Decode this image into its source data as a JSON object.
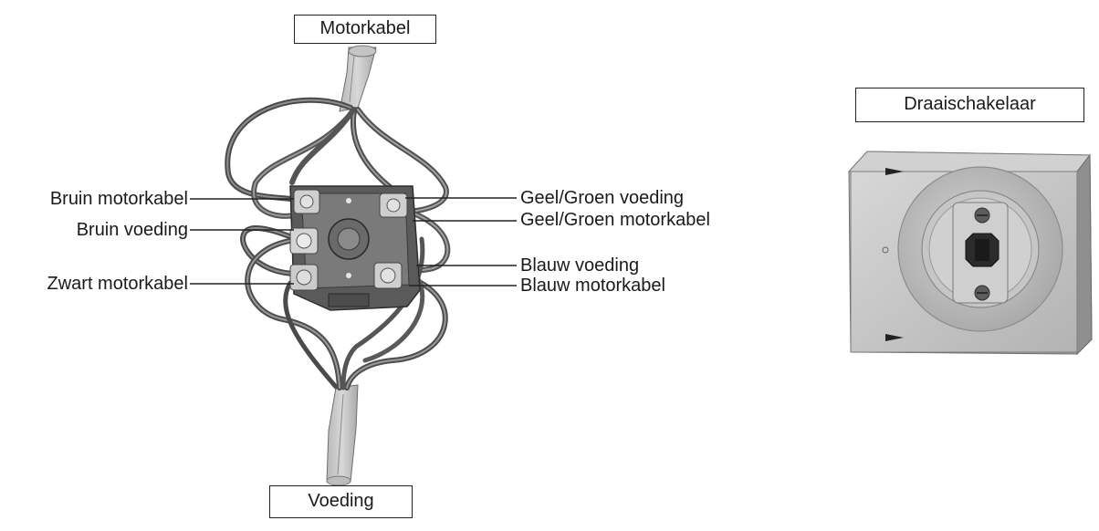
{
  "labels": {
    "motor_cable": "Motorkabel",
    "power_supply": "Voeding",
    "rotary_switch": "Draaischakelaar"
  },
  "callouts_left": [
    "Bruin motorkabel",
    "Bruin voeding",
    "Zwart motorkabel"
  ],
  "callouts_right": [
    "Geel/Groen voeding",
    "Geel/Groen motorkabel",
    "Blauw voeding",
    "Blauw motorkabel"
  ]
}
